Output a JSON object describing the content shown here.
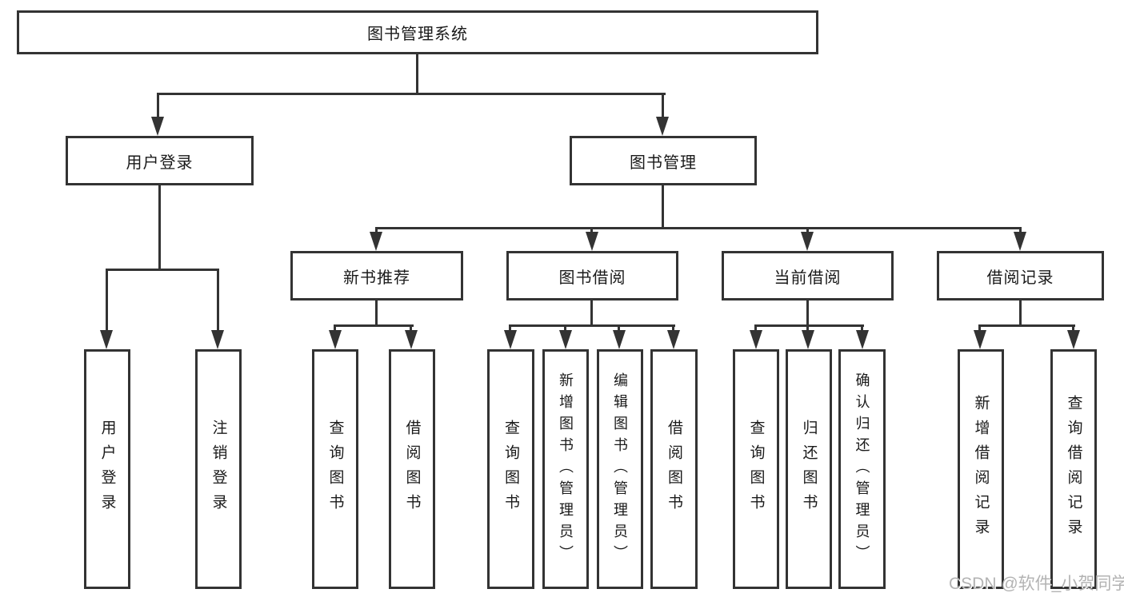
{
  "diagram": {
    "root_label": "图书管理系统",
    "level2": {
      "user_login": "用户登录",
      "book_mgmt": "图书管理"
    },
    "level3": {
      "new_book": "新书推荐",
      "book_borrow": "图书借阅",
      "current_borrow": "当前借阅",
      "borrow_record": "借阅记录"
    },
    "leaves": {
      "user_login": [
        "用户登录",
        "注销登录"
      ],
      "new_book": [
        "查询图书",
        "借阅图书"
      ],
      "book_borrow": [
        "查询图书",
        "新增图书（管理员）",
        "编辑图书（管理员）",
        "借阅图书"
      ],
      "current_borrow": [
        "查询图书",
        "归还图书",
        "确认归还（管理员）"
      ],
      "borrow_record": [
        "新增借阅记录",
        "查询借阅记录"
      ]
    }
  },
  "watermark": {
    "text": "CSDN @软件_小贺同学"
  },
  "colors": {
    "line": "#333333",
    "text": "#1a1a1a",
    "box_background": "#ffffff",
    "page_background": "#ffffff",
    "watermark": "#b3b3b3"
  }
}
